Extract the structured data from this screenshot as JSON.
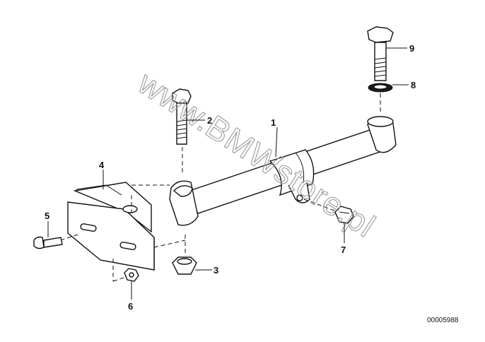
{
  "diagram": {
    "watermark": "www.BMWstore.pl",
    "drawing_number": "00005988",
    "callouts": [
      {
        "id": "1",
        "label": "1"
      },
      {
        "id": "2",
        "label": "2"
      },
      {
        "id": "3",
        "label": "3"
      },
      {
        "id": "4",
        "label": "4"
      },
      {
        "id": "5",
        "label": "5"
      },
      {
        "id": "6",
        "label": "6"
      },
      {
        "id": "7",
        "label": "7"
      },
      {
        "id": "8",
        "label": "8"
      },
      {
        "id": "9",
        "label": "9"
      }
    ]
  }
}
